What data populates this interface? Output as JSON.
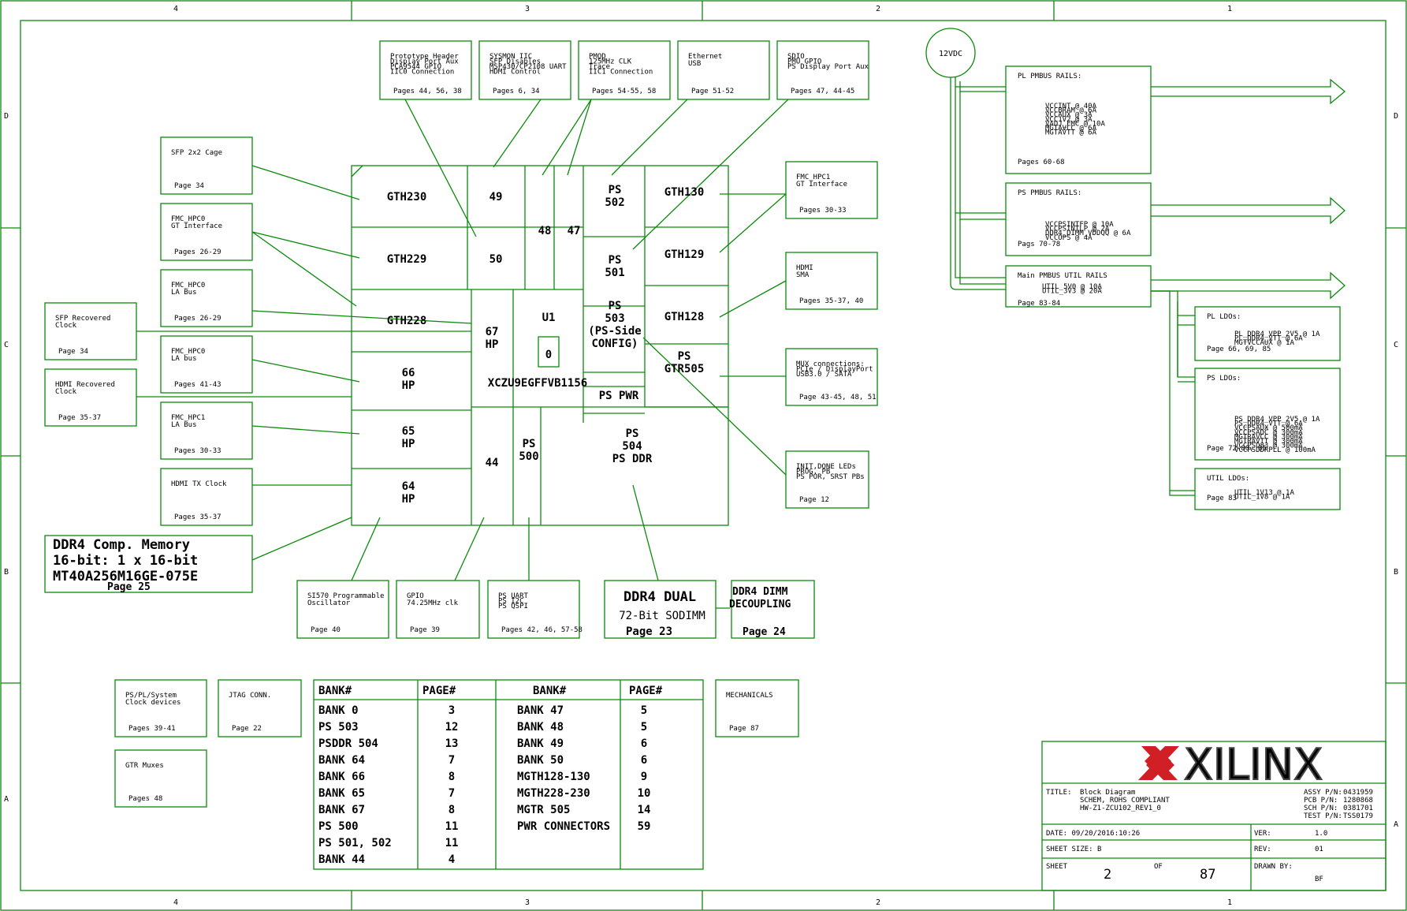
{
  "frame": {
    "top_cols": [
      "4",
      "3",
      "2",
      "1"
    ],
    "bottom_cols": [
      "4",
      "3",
      "2",
      "1"
    ],
    "left_rows": [
      "D",
      "C",
      "B",
      "A"
    ],
    "right_rows": [
      "D",
      "C",
      "B",
      "A"
    ]
  },
  "chip": {
    "cells": [
      {
        "id": "gth230",
        "lines": [
          "GTH230"
        ]
      },
      {
        "id": "b49",
        "lines": [
          "49"
        ]
      },
      {
        "id": "b48",
        "lines": [
          "48"
        ]
      },
      {
        "id": "b47",
        "lines": [
          "47"
        ]
      },
      {
        "id": "ps502",
        "lines": [
          "PS",
          "502"
        ]
      },
      {
        "id": "gth130",
        "lines": [
          "GTH130"
        ]
      },
      {
        "id": "gth229",
        "lines": [
          "GTH229"
        ]
      },
      {
        "id": "b50",
        "lines": [
          "50"
        ]
      },
      {
        "id": "ps501",
        "lines": [
          "PS",
          "501"
        ]
      },
      {
        "id": "gth129",
        "lines": [
          "GTH129"
        ]
      },
      {
        "id": "gth228",
        "lines": [
          "GTH228"
        ]
      },
      {
        "id": "u1",
        "lines": [
          "U1"
        ]
      },
      {
        "id": "b0",
        "lines": [
          "0"
        ]
      },
      {
        "id": "b67",
        "lines": [
          "67",
          "HP"
        ]
      },
      {
        "id": "ps503",
        "lines": [
          "PS",
          "503",
          "(PS-Side",
          "CONFIG)"
        ]
      },
      {
        "id": "gth128",
        "lines": [
          "GTH128"
        ]
      },
      {
        "id": "b66",
        "lines": [
          "66",
          "HP"
        ]
      },
      {
        "id": "part",
        "lines": [
          "XCZU9EGFFVB1156"
        ]
      },
      {
        "id": "pspwr",
        "lines": [
          "PS PWR"
        ]
      },
      {
        "id": "gtr505",
        "lines": [
          "PS",
          "GTR505"
        ]
      },
      {
        "id": "b65",
        "lines": [
          "65",
          "HP"
        ]
      },
      {
        "id": "b44",
        "lines": [
          "44"
        ]
      },
      {
        "id": "ps500",
        "lines": [
          "PS",
          "500"
        ]
      },
      {
        "id": "ps504",
        "lines": [
          "PS",
          "504",
          "PS DDR"
        ]
      },
      {
        "id": "b64",
        "lines": [
          "64",
          "HP"
        ]
      }
    ]
  },
  "blocks": [
    {
      "id": "proto-header",
      "lines": [
        "Prototype Header",
        "Display Port Aux",
        "PCA9544 GPIO",
        "IIC0 Connection"
      ],
      "page": "Pages 44, 56, 38"
    },
    {
      "id": "sysmon",
      "lines": [
        "SYSMON IIC",
        "SFP Disables",
        "MSP430/CP2108 UART",
        "HDMI Control"
      ],
      "page": "Pages 6, 34"
    },
    {
      "id": "pmod",
      "lines": [
        "PMOD",
        "125MHz CLK",
        "Trace",
        "IIC1 Connection"
      ],
      "page": "Pages 54-55, 58"
    },
    {
      "id": "ethernet",
      "lines": [
        "Ethernet",
        "USB"
      ],
      "page": "Page 51-52"
    },
    {
      "id": "sdio",
      "lines": [
        "SDIO",
        "PMU GPIO",
        "PS Display Port Aux"
      ],
      "page": "Pages 47, 44-45"
    },
    {
      "id": "sfp-cage",
      "lines": [
        "SFP 2x2 Cage"
      ],
      "page": "Page 34"
    },
    {
      "id": "fmc-hpc0-gt",
      "lines": [
        "FMC_HPC0",
        "GT Interface"
      ],
      "page": "Pages 26-29"
    },
    {
      "id": "fmc-hpc0-la",
      "lines": [
        "FMC_HPC0",
        "LA Bus"
      ],
      "page": "Pages 26-29"
    },
    {
      "id": "sfp-rec",
      "lines": [
        "SFP Recovered",
        "Clock"
      ],
      "page": "Page 34"
    },
    {
      "id": "fmc-hpc0-la2",
      "lines": [
        "FMC_HPC0",
        "LA bus"
      ],
      "page": "Pages 41-43"
    },
    {
      "id": "hdmi-rec",
      "lines": [
        "HDMI Recovered",
        "Clock"
      ],
      "page": "Page 35-37"
    },
    {
      "id": "fmc-hpc1-la",
      "lines": [
        "FMC_HPC1",
        "LA Bus"
      ],
      "page": "Pages 30-33"
    },
    {
      "id": "hdmi-tx",
      "lines": [
        "HDMI TX Clock"
      ],
      "page": "Pages 35-37"
    },
    {
      "id": "fmc-hpc1-gt",
      "lines": [
        "FMC_HPC1",
        "GT Interface"
      ],
      "page": "Pages 30-33"
    },
    {
      "id": "hdmi-sma",
      "lines": [
        "HDMI",
        "SMA"
      ],
      "page": "Pages 35-37, 40"
    },
    {
      "id": "mux",
      "lines": [
        "MUX connections:",
        "PCIe / DisplayPort",
        "USB3.0 / SATA"
      ],
      "page": "Page 43-45, 48, 51"
    },
    {
      "id": "leds",
      "lines": [
        "INIT,DONE LEDs",
        "PROG. PB",
        "PS POR, SRST PBs"
      ],
      "page": "Page 12"
    },
    {
      "id": "si570",
      "lines": [
        "SI570 Programmable",
        "Oscillator"
      ],
      "page": "Page 40"
    },
    {
      "id": "gpio",
      "lines": [
        "GPIO",
        "74.25MHz clk"
      ],
      "page": "Page 39"
    },
    {
      "id": "psuart",
      "lines": [
        "PS UART",
        "PS I2C",
        "PS QSPI"
      ],
      "page": "Pages 42, 46, 57-58"
    },
    {
      "id": "clockdev",
      "lines": [
        "PS/PL/System",
        "Clock devices"
      ],
      "page": "Pages 39-41"
    },
    {
      "id": "jtag",
      "lines": [
        "JTAG CONN."
      ],
      "page": "Page 22"
    },
    {
      "id": "gtrmux",
      "lines": [
        "GTR Muxes"
      ],
      "page": "Pages 48"
    },
    {
      "id": "mech",
      "lines": [
        "MECHANICALS"
      ],
      "page": "Page 87"
    }
  ],
  "big_blocks": {
    "ddr4comp": {
      "lines": [
        "DDR4 Comp. Memory",
        "16-bit: 1 x 16-bit",
        "MT40A256M16GE-075E"
      ],
      "page": "Page 25"
    },
    "sodimm": {
      "lines": [
        "DDR4 DUAL",
        "72-Bit SODIMM"
      ],
      "page": "Page 23"
    },
    "decoupling": {
      "lines": [
        "DDR4 DIMM",
        "DECOUPLING"
      ],
      "page": "Page 24"
    }
  },
  "power": {
    "source": "12VDC",
    "pl_rails": {
      "title": "PL PMBUS RAILS:",
      "items": [
        "VCCINT @ 40A",
        "VCCBRAM @ 6A",
        "VCCAUX @ 3A",
        "VCC1V2 @ 3A",
        "VADJ_FMC @ 10A",
        "MGTAVCC @ 6A",
        "MGTAVTT @ 6A"
      ],
      "page": "Pages 60-68"
    },
    "ps_rails": {
      "title": "PS PMBUS RAILS:",
      "items": [
        "VCCPSINTFP @ 10A",
        "VCCPSINTLP @ 2A",
        "DDR4_DIMM_VDDQQ @ 6A",
        "VCCOPS @ 4A"
      ],
      "page": "Pags 70-78"
    },
    "util_rails": {
      "title": "Main PMBUS UTIL RAILS",
      "items": [
        "UTIL_5V0 @ 10A",
        "UTIL_3V3 @ 20A"
      ],
      "page": "Page 83-84"
    },
    "pl_ldo": {
      "title": "PL LDOs:",
      "items": [
        "PL_DDR4_VPP_2V5 @ 1A",
        "PL_DDR4_VTT @ 6A",
        "MGTVCCAUX @ 1A"
      ],
      "page": "Page 66, 69, 85"
    },
    "ps_ldo": {
      "title": "PS LDOs:",
      "items": [
        "PS_DDR4_VPP_2V5 @ 1A",
        "PS_DDR4_VTT @ 6A",
        "VCCPSAUX @ 500mA",
        "VCCPSADC @ 300mA",
        "MGTRAVCC @ 300mA",
        "MGTRAVTT @ 300mA",
        "VCCPSD83 @ 300mA",
        "VCCPSDDRPLL @ 100mA"
      ],
      "page": "Page 72-80, 85"
    },
    "util_ldo": {
      "title": "UTIL LDOs:",
      "items": [
        "UTIL_1V13 @ 1A",
        "UTIL_1V8 @ 1A"
      ],
      "page": "Page 83"
    }
  },
  "bank_table": {
    "headers": [
      "BANK#",
      "PAGE#",
      "BANK#",
      "PAGE#"
    ],
    "left_rows": [
      [
        "BANK 0",
        "3"
      ],
      [
        "PS 503",
        "12"
      ],
      [
        "PSDDR 504",
        "13"
      ],
      [
        "BANK 64",
        "7"
      ],
      [
        "BANK 66",
        "8"
      ],
      [
        "BANK 65",
        "7"
      ],
      [
        "BANK 67",
        "8"
      ],
      [
        "PS 500",
        "11"
      ],
      [
        "PS 501, 502",
        "11"
      ],
      [
        "BANK 44",
        "4"
      ]
    ],
    "right_rows": [
      [
        "BANK 47",
        "5"
      ],
      [
        "BANK 48",
        "5"
      ],
      [
        "BANK 49",
        "6"
      ],
      [
        "BANK 50",
        "6"
      ],
      [
        "MGTH128-130",
        "9"
      ],
      [
        "MGTH228-230",
        "10"
      ],
      [
        "MGTR 505",
        "14"
      ],
      [
        "PWR CONNECTORS",
        "59"
      ]
    ]
  },
  "title_block": {
    "logo": "XILINX",
    "logo_color": "#d11f26",
    "title_label": "TITLE:",
    "title_lines": [
      "Block Diagram",
      "SCHEM, ROHS COMPLIANT",
      "HW-Z1-ZCU102_REV1_0"
    ],
    "pn": [
      [
        "ASSY P/N:",
        "0431959"
      ],
      [
        "PCB P/N:",
        "1280868"
      ],
      [
        "SCH P/N:",
        "0381701"
      ],
      [
        "TEST P/N:",
        "TSS0179"
      ]
    ],
    "date": "DATE: 09/20/2016:10:26",
    "ver_label": "VER:",
    "ver": "1.0",
    "sheet_size": "SHEET SIZE: B",
    "rev_label": "REV:",
    "rev": "01",
    "sheet_label": "SHEET",
    "sheet_num": "2",
    "of_label": "OF",
    "sheet_total": "87",
    "drawn_label": "DRAWN BY:",
    "drawn": "BF"
  },
  "colors": {
    "line": "#0a8a0a",
    "text": "#000000"
  }
}
